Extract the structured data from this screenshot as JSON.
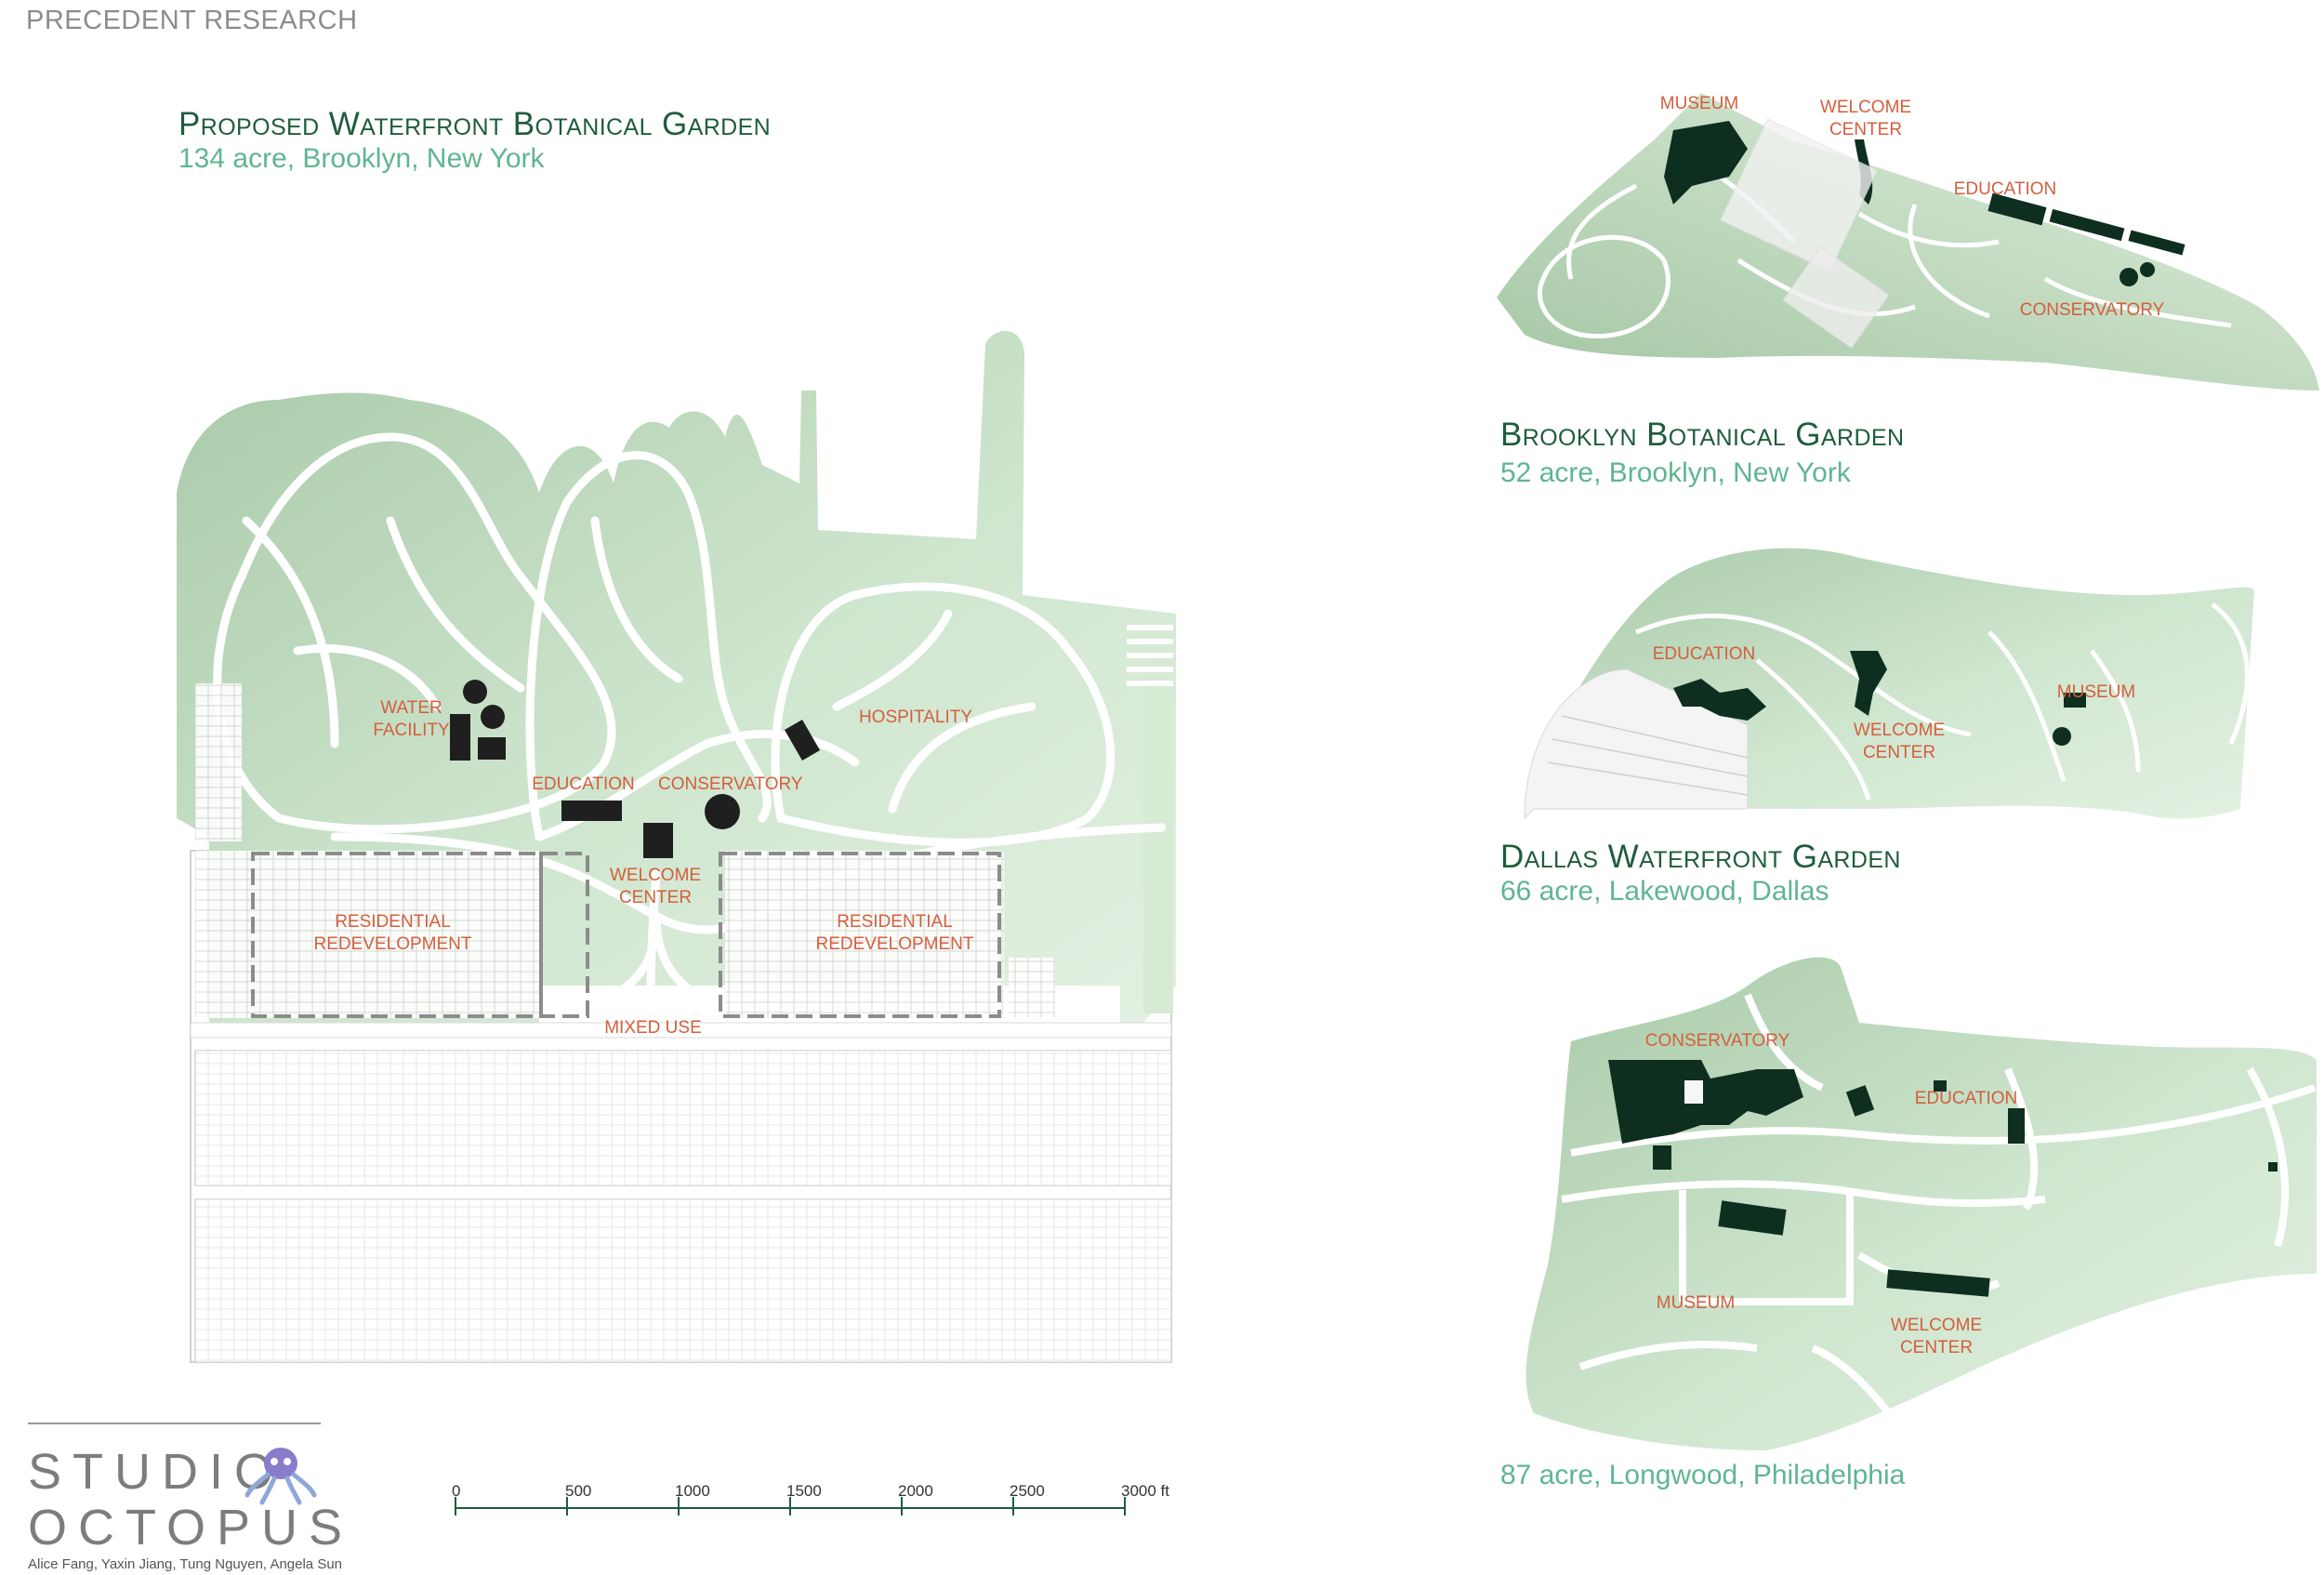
{
  "header": "PRECEDENT RESEARCH",
  "colors": {
    "park_fill": "#cfe6cf",
    "park_dark": "#9fc29f",
    "building": "#0e2f20",
    "label": "#d45f3d",
    "title": "#1f5c3c",
    "subtitle": "#5fb592"
  },
  "main_plan": {
    "title": "Proposed Waterfront Botanical Garden",
    "subtitle": "134 acre, Brooklyn, New York",
    "labels": {
      "water_facility": "WATER\nFACILITY",
      "hospitality": "HOSPITALITY",
      "education": "EDUCATION",
      "conservatory": "CONSERVATORY",
      "welcome_center": "WELCOME\nCENTER",
      "residential_left": "RESIDENTIAL\nREDEVELOPMENT",
      "residential_right": "RESIDENTIAL\nREDEVELOPMENT",
      "mixed_use": "MIXED USE"
    },
    "scale_bar": {
      "ticks": [
        "0",
        "500",
        "1000",
        "1500",
        "2000",
        "2500",
        "3000 ft"
      ]
    }
  },
  "precedents": {
    "brooklyn": {
      "title": "Brooklyn Botanical Garden",
      "subtitle": "52 acre, Brooklyn, New York",
      "labels": {
        "museum": "MUSEUM",
        "welcome": "WELCOME\nCENTER",
        "education": "EDUCATION",
        "conservatory": "CONSERVATORY"
      }
    },
    "dallas": {
      "title": "Dallas Waterfront Garden",
      "subtitle": "66 acre, Lakewood, Dallas",
      "labels": {
        "education": "EDUCATION",
        "welcome": "WELCOME\nCENTER",
        "museum": "MUSEUM"
      }
    },
    "longwood": {
      "subtitle": "87 acre, Longwood, Philadelphia",
      "labels": {
        "conservatory": "CONSERVATORY",
        "education": "EDUCATION",
        "museum": "MUSEUM",
        "welcome": "WELCOME\nCENTER"
      }
    }
  },
  "branding": {
    "line1": "STUDIO",
    "line2": "OCTOPUS",
    "authors": "Alice Fang, Yaxin Jiang, Tung Nguyen,  Angela Sun",
    "logo_icon": "octopus-icon"
  }
}
